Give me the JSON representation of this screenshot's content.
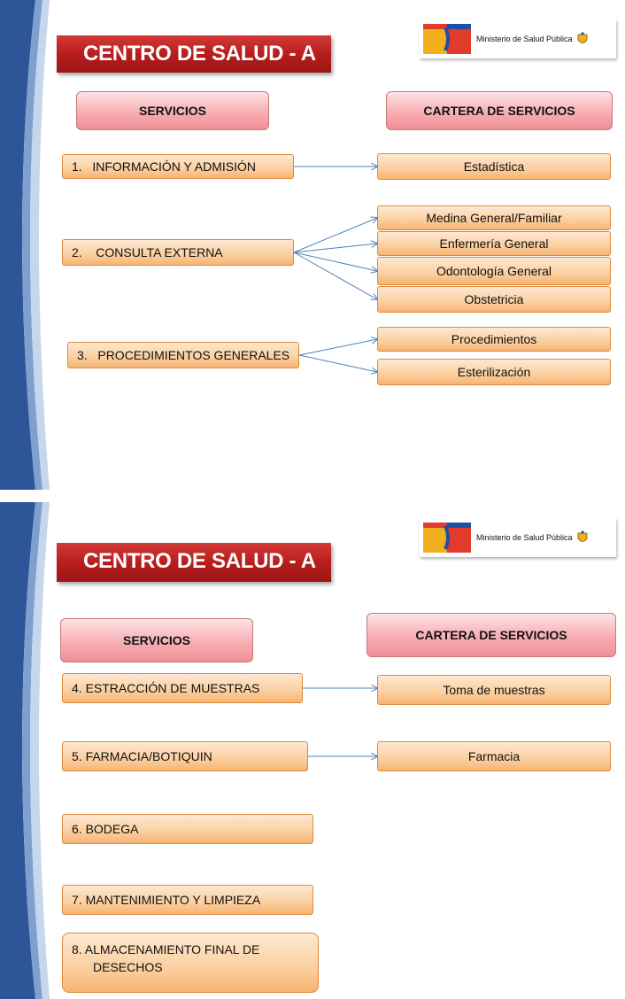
{
  "slides": [
    {
      "title": "CENTRO DE SALUD - A",
      "ministry": "Ministerio de Salud Pública",
      "logo_mark": "mp",
      "services_header": "SERVICIOS",
      "portfolio_header": "CARTERA DE SERVICIOS",
      "services": [
        {
          "num": "1.",
          "label": "INFORMACIÓN Y ADMISIÓN"
        },
        {
          "num": "2.",
          "label": "CONSULTA EXTERNA"
        },
        {
          "num": "3.",
          "label": "PROCEDIMIENTOS GENERALES"
        }
      ],
      "portfolio": [
        "Estadística",
        "Medina General/Familiar",
        "Enfermería General",
        "Odontología General",
        "Obstetricia",
        "Procedimientos",
        "Esterilización"
      ]
    },
    {
      "title": "CENTRO DE SALUD - A",
      "ministry": "Ministerio de Salud Pública",
      "logo_mark": "mp",
      "services_header": "SERVICIOS",
      "portfolio_header": "CARTERA DE SERVICIOS",
      "services": [
        "4. ESTRACCIÓN DE MUESTRAS",
        "5. FARMACIA/BOTIQUIN",
        "6. BODEGA",
        "7. MANTENIMIENTO Y LIMPIEZA",
        "8. ALMACENAMIENTO FINAL DE",
        "DESECHOS"
      ],
      "portfolio": [
        "Toma de muestras",
        "Farmacia"
      ]
    }
  ],
  "colors": {
    "title_red": "#b81e1e",
    "box_orange": "#fbcf9f",
    "header_pink": "#f7aeb3",
    "arrow_blue": "#4f81bd",
    "side_blue": "#2e5597"
  }
}
